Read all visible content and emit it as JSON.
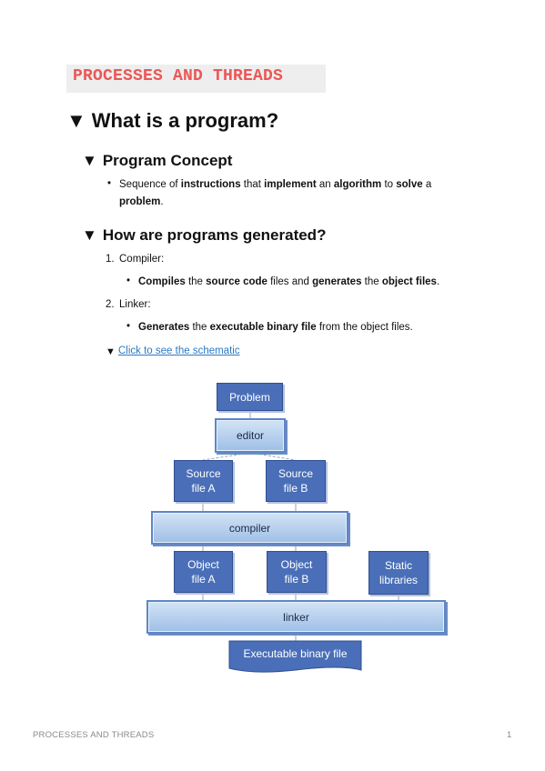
{
  "title": "PROCESSES AND THREADS",
  "h1": "What is a program?",
  "section1": {
    "heading": "Program Concept",
    "bullet": [
      {
        "t": "Sequence of ",
        "b": false
      },
      {
        "t": "instructions",
        "b": true
      },
      {
        "t": " that ",
        "b": false
      },
      {
        "t": "implement",
        "b": true
      },
      {
        "t": " an ",
        "b": false
      },
      {
        "t": "algorithm",
        "b": true
      },
      {
        "t": " to ",
        "b": false
      },
      {
        "t": "solve",
        "b": true
      },
      {
        "t": " a",
        "b": false
      }
    ],
    "bullet_line2": [
      {
        "t": "problem",
        "b": true
      },
      {
        "t": ".",
        "b": false
      }
    ]
  },
  "section2": {
    "heading": "How are programs generated?",
    "item1_label": "Compiler:",
    "item1_bullet": [
      {
        "t": "Compiles",
        "b": true
      },
      {
        "t": " the ",
        "b": false
      },
      {
        "t": "source code",
        "b": true
      },
      {
        "t": " files and ",
        "b": false
      },
      {
        "t": "generates",
        "b": true
      },
      {
        "t": " the ",
        "b": false
      },
      {
        "t": "object files",
        "b": true
      },
      {
        "t": ".",
        "b": false
      }
    ],
    "item2_label": "Linker:",
    "item2_bullet": [
      {
        "t": "Generates",
        "b": true
      },
      {
        "t": " the ",
        "b": false
      },
      {
        "t": "executable binary file",
        "b": true
      },
      {
        "t": " from the object files.",
        "b": false
      }
    ],
    "toggle_link": "Click to see the schematic"
  },
  "diagram": {
    "problem": "Problem",
    "editor": "editor",
    "source_a": "Source\nfile A",
    "source_b": "Source\nfile B",
    "compiler": "compiler",
    "object_a": "Object\nfile A",
    "object_b": "Object\nfile B",
    "static_libs": "Static\nlibraries",
    "linker": "linker",
    "executable": "Executable binary file"
  },
  "footer": {
    "left": "PROCESSES AND THREADS",
    "page": "1"
  },
  "colors": {
    "title": "#eb5757",
    "link": "#2b79c2",
    "box": "#4a6fb8"
  }
}
